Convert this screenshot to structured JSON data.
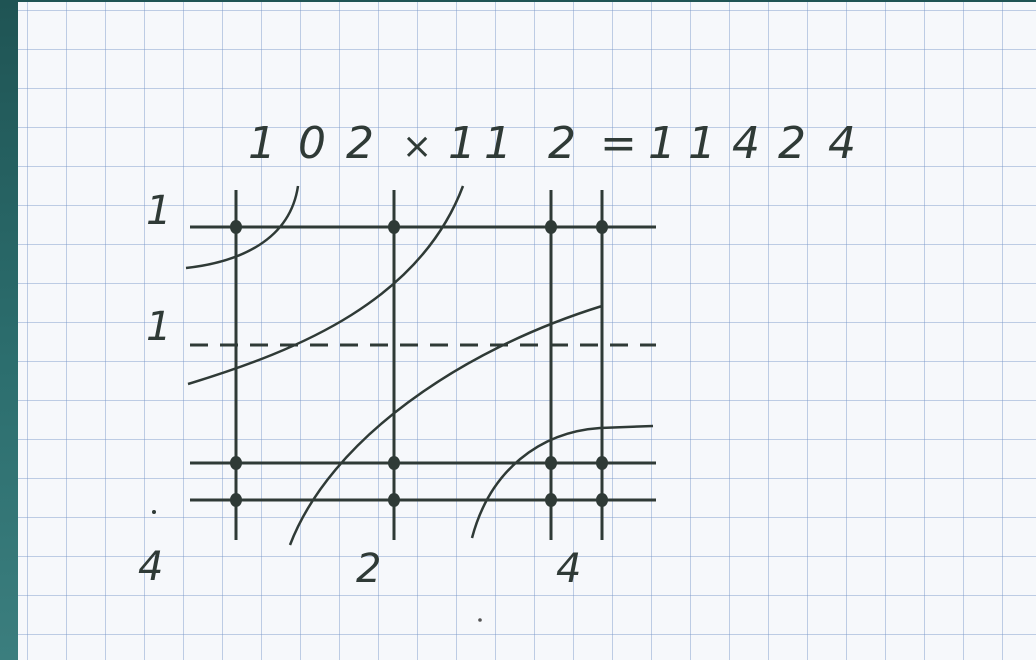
{
  "equation": {
    "factor_a": [
      "1",
      "0",
      "2"
    ],
    "operator": "×",
    "factor_b": [
      "1",
      "1",
      "2"
    ],
    "equals": "=",
    "result": [
      "1",
      "1",
      "4",
      "2",
      "4"
    ]
  },
  "row_labels": {
    "top": "1",
    "middle": "1",
    "bottom": "4"
  },
  "column_labels": [
    "2",
    "4"
  ],
  "colors": {
    "ink": "#2f3a36",
    "grid": "#8aa0c8",
    "paper": "#f6f8fb",
    "frame": "#2e6a6a"
  }
}
